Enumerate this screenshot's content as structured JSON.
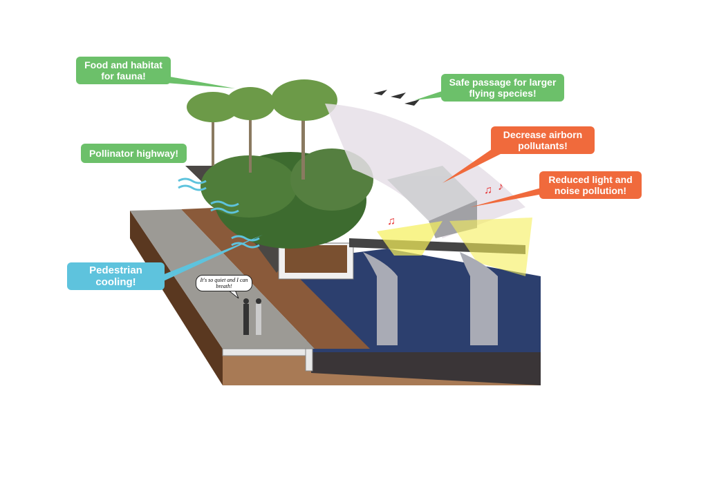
{
  "callouts": {
    "fauna": "Food and habitat for fauna!",
    "flying": "Safe passage for larger flying species!",
    "pollinator": "Pollinator highway!",
    "pollutants": "Decrease airborn pollutants!",
    "light_noise": "Reduced light and noise pollution!",
    "cooling": "Pedestrian cooling!"
  },
  "speech_bubble": "It's so quiet and I can breath!",
  "colors": {
    "green": "#6cc06a",
    "orange": "#f06a3c",
    "blue": "#5ec3dd"
  }
}
